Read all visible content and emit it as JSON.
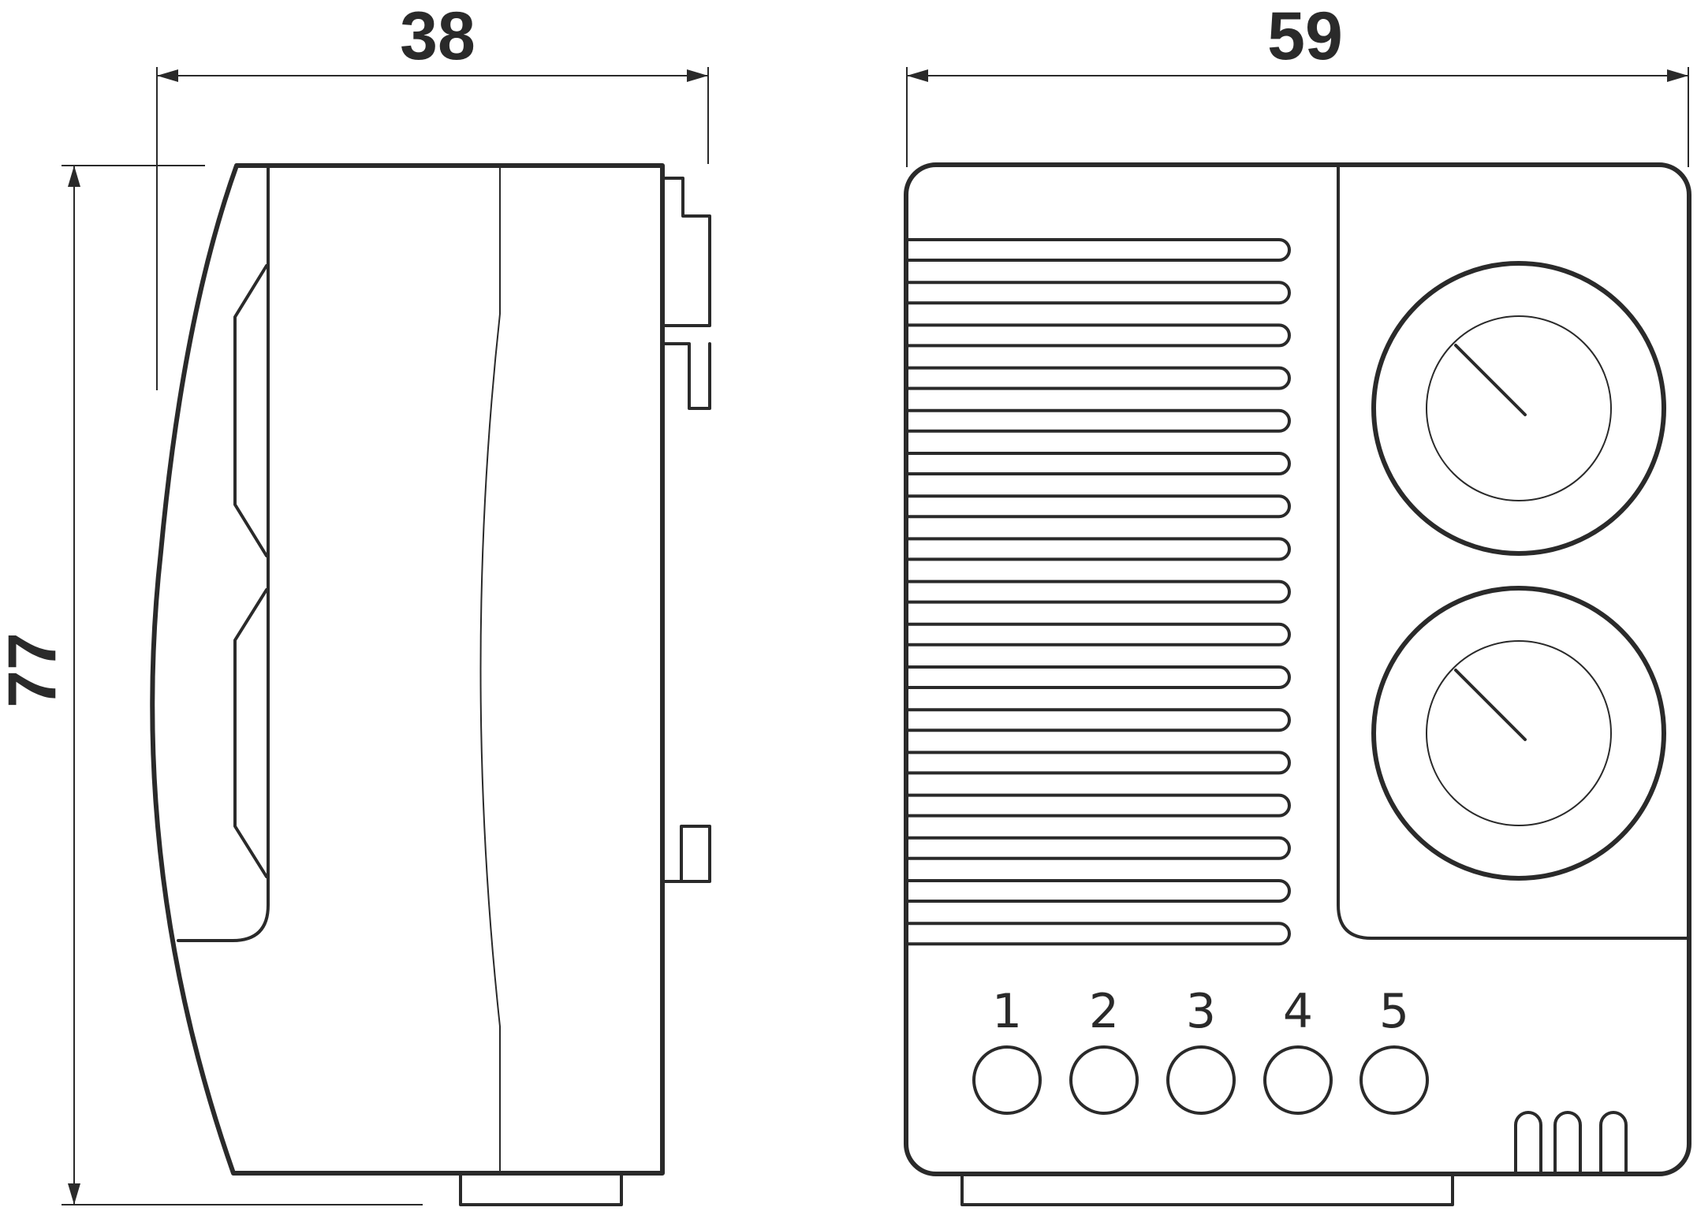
{
  "dimensions": {
    "depth": "38",
    "width": "59",
    "height": "77"
  },
  "terminals": [
    "1",
    "2",
    "3",
    "4",
    "5"
  ],
  "colors": {
    "line": "#2a2a2a",
    "background": "#ffffff"
  }
}
